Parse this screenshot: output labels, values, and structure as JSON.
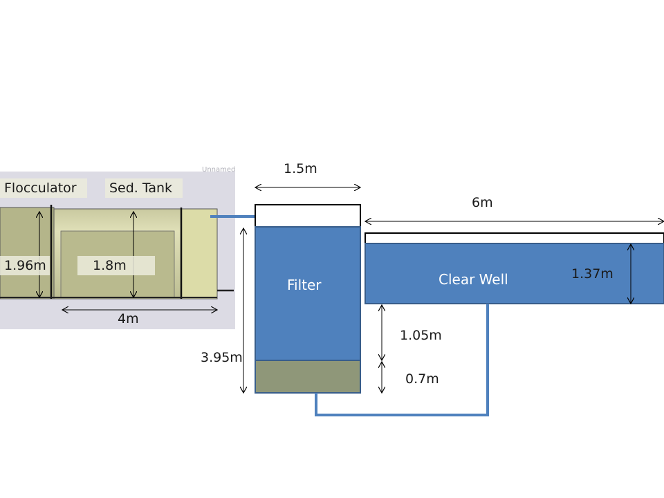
{
  "labels": {
    "watermark": "Unnamed",
    "flocculator": "Flocculator",
    "sed_tank": "Sed. Tank",
    "floc_height": "1.96m",
    "sed_height": "1.8m",
    "sed_length": "4m",
    "filter_width": "1.5m",
    "filter": "Filter",
    "filter_height": "3.95m",
    "clear_well_width": "6m",
    "clear_well": "Clear Well",
    "clear_well_depth": "1.37m",
    "clear_well_elev": "1.05m",
    "media_depth": "0.7m"
  },
  "colors": {
    "water": "#4f81bd",
    "media": "#8f9779",
    "photo_bg": "#dcdbe4",
    "floc_fill": "#b4b58a",
    "sed_fill": "#d8d9a8",
    "pipe": "#4f81bd",
    "outline": "#000000"
  }
}
